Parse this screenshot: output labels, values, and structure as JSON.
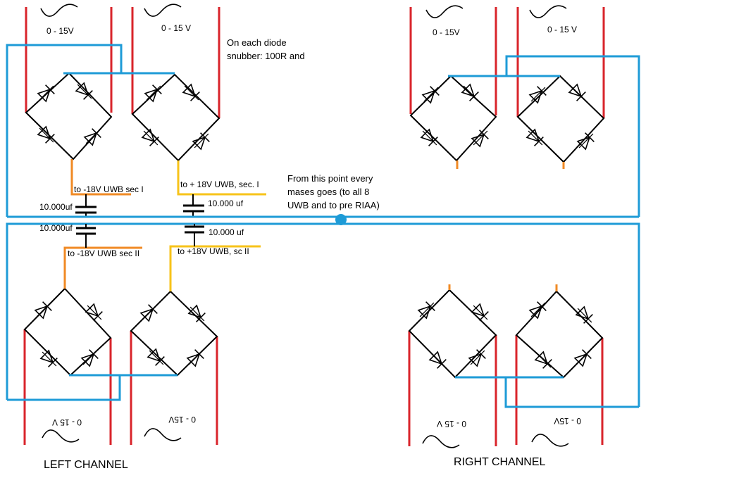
{
  "colors": {
    "red": "#d9242b",
    "blue": "#1e9bd7",
    "orange": "#f08a24",
    "yellow": "#f7c31a",
    "black": "#000000"
  },
  "transformer_labels": {
    "top_left_1": "0 - 15V",
    "top_left_2": "0 - 15 V",
    "top_right_1": "0 - 15V",
    "top_right_2": "0 - 15 V",
    "bottom_left_1": "0 - 15 V",
    "bottom_left_2": "0 - 15V",
    "bottom_right_1": "0 - 15 V",
    "bottom_right_2": "0 - 15V"
  },
  "notes": {
    "snubber_line1": "On each diode",
    "snubber_line2": "snubber: 100R and",
    "mass_line1": "From this point every",
    "mass_line2": "mases goes (to all 8",
    "mass_line3": "UWB and to pre RIAA)"
  },
  "wire_labels": {
    "neg_sec1": "to -18V UWB sec I",
    "pos_sec1": "to + 18V UWB, sec. I",
    "neg_sec2": "to -18V UWB sec II",
    "pos_sec2": "to +18V UWB, sc II"
  },
  "capacitors": {
    "c1": "10.000uf",
    "c2": "10.000 uf",
    "c3": "10.000uf",
    "c4": "10.000 uf"
  },
  "channels": {
    "left": "LEFT CHANNEL",
    "right": "RIGHT CHANNEL"
  }
}
